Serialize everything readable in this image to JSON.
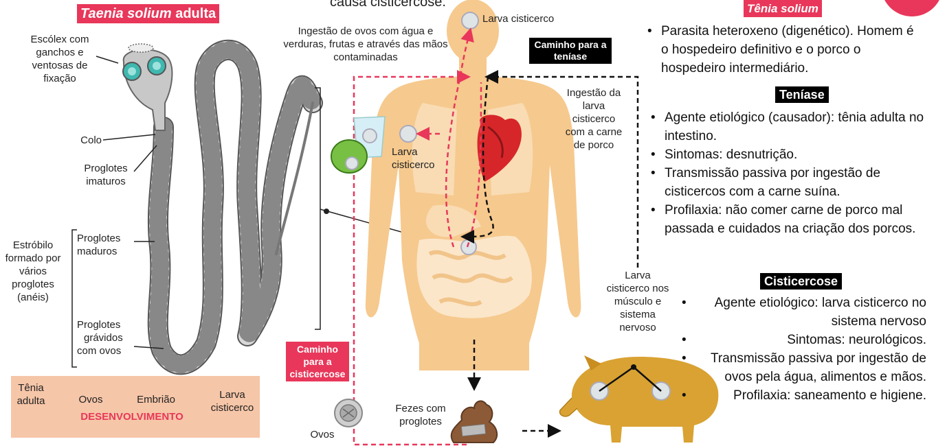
{
  "header": {
    "left_title_italic": "Taenia solium",
    "left_title_rest": "adulta",
    "top_caption": "causa cisticercose.",
    "right_title": "Tênia solium"
  },
  "worm_labels": {
    "escolex": "Escólex com ganchos e ventosas de fixação",
    "colo": "Colo",
    "imaturos": "Proglotes imaturos",
    "maduros": "Proglotes maduros",
    "estrobilo": "Estróbilo formado por vários proglotes (anéis)",
    "gravidos_1": "Proglotes",
    "gravidos_2": "grávidos",
    "gravidos_3": "com ovos"
  },
  "cycle_labels": {
    "ingestao_ovos": "Ingestão de ovos com água e verduras, frutas e através das mãos contaminadas",
    "larva_top": "Larva cisticerco",
    "larva_mid": "Larva cisticerco",
    "caminho_teniase": "Caminho para a teníase",
    "ingestao_larva": "Ingestão da larva cisticerco com a carne de porco",
    "larva_porco": "Larva cisticerco nos músculo e sistema nervoso",
    "caminho_cisticercose": "Caminho para a cisticercose",
    "ovos": "Ovos",
    "fezes": "Fezes com proglotes"
  },
  "development": {
    "tenia": "Tênia adulta",
    "ovos": "Ovos",
    "embriao": "Embrião",
    "larva": "Larva cisticerco",
    "label": "DESENVOLVIMENTO"
  },
  "info": {
    "intro": [
      "Parasita heteroxeno (digenético). Homem é o hospedeiro definitivo e o porco o hospedeiro intermediário."
    ],
    "teniase_title": "Teníase",
    "teniase": [
      "Agente etiológico (causador): tênia adulta no intestino.",
      "Sintomas: desnutrição.",
      "Transmissão passiva por ingestão de cisticercos com a carne suína.",
      "Profilaxia: não comer carne de porco mal passada e cuidados na criação dos porcos."
    ],
    "cisticercose_title": "Cisticercose",
    "cisticercose": [
      "Agente etiológico: larva cisticerco no sistema nervoso",
      "Sintomas: neurológicos.",
      "Transmissão passiva por ingestão de ovos pela água, alimentos e mãos.",
      "Profilaxia: saneamento e higiene."
    ]
  },
  "colors": {
    "accent_red": "#e8375a",
    "skin": "#f6c98e",
    "pig": "#d9a233",
    "dev_box": "#f6c6a8"
  }
}
